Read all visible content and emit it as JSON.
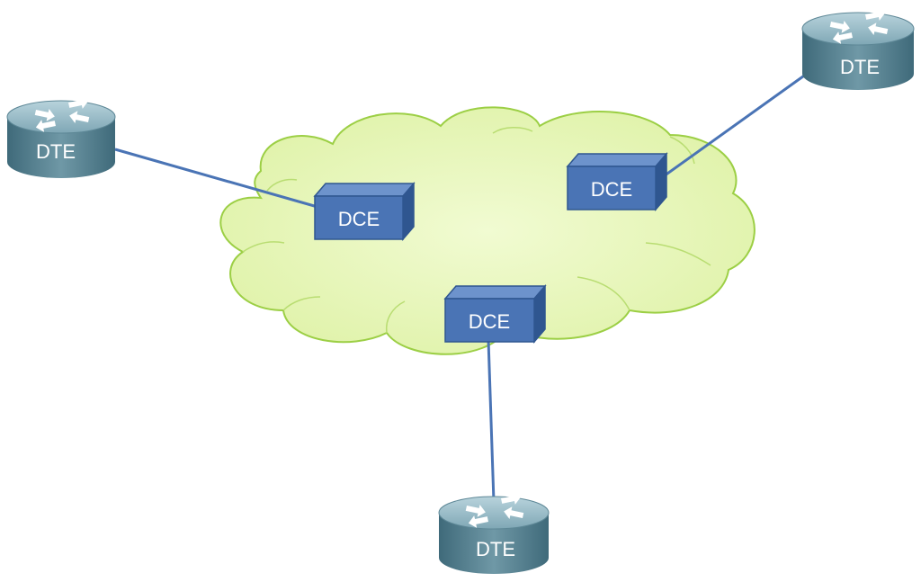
{
  "diagram": {
    "routers": [
      {
        "id": "dte-left",
        "label": "DTE"
      },
      {
        "id": "dte-right",
        "label": "DTE"
      },
      {
        "id": "dte-bottom",
        "label": "DTE"
      }
    ],
    "switches": [
      {
        "id": "dce-left",
        "label": "DCE"
      },
      {
        "id": "dce-right",
        "label": "DCE"
      },
      {
        "id": "dce-center",
        "label": "DCE"
      }
    ],
    "colors": {
      "cloud_fill": "#e6f7b8",
      "cloud_stroke": "#9ccf45",
      "link": "#4a74b5",
      "dce_front": "#4a74b5",
      "dce_top": "#6d93cc",
      "dce_side": "#2f5690",
      "router_body": "#4f7d8e",
      "router_top": "#8eb3c0"
    }
  }
}
